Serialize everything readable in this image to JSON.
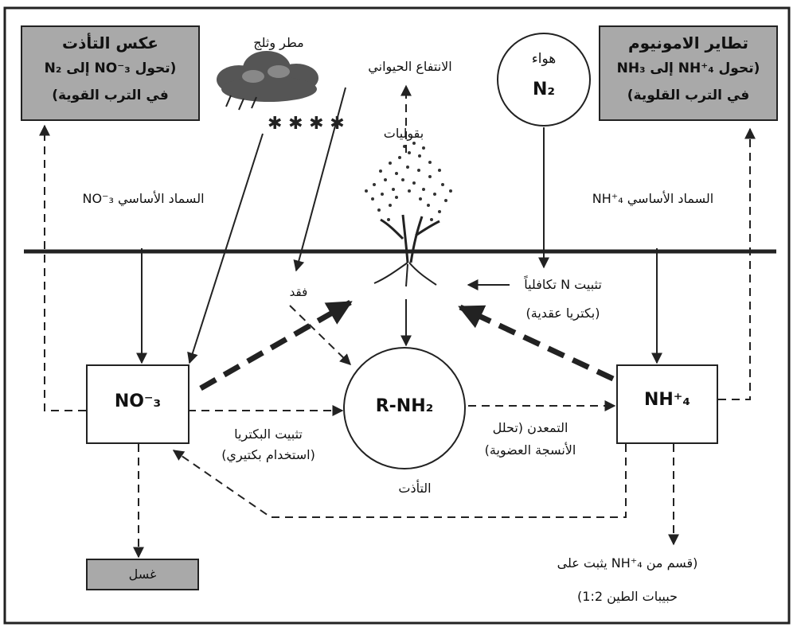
{
  "corner_boxes": {
    "left": {
      "title": "عكس التأذت",
      "line2": "(تحول NO⁻₃ إلى N₂",
      "line3": "في الترب القوية)"
    },
    "right": {
      "title": "تطاير الامونيوم",
      "line2": "(تحول NH⁺₄ إلى NH₃",
      "line3": "في الترب القلوية)"
    }
  },
  "labels": {
    "rain_snow": "مطر وثلج",
    "animal_use": "الانتفاع الحيواني",
    "legumes": "بقوليات",
    "left_fertilizer": "السماد الأساسي NO⁻₃",
    "right_fertilizer": "السماد الأساسي NH⁺₄",
    "loss": "فقد",
    "symbiotic_fixation": "تثبيت N تكافلياً",
    "nodule_bacteria": "(بكتريا عقدية)",
    "bacterial_fixation": "تثبيت البكتريا",
    "bacterial_use": "(استخدام بكتيري)",
    "mineralization": "التمعدن (تحلل",
    "organic_tissue": "الأنسجة العضوية)",
    "nitrification": "التأذت",
    "clay_fixation_1": "(قسم من NH⁺₄ يثبت على",
    "clay_fixation_2": "حبيبات الطين 1:2)"
  },
  "air": {
    "word": "هواء",
    "formula": "N₂"
  },
  "nodes": {
    "nitrate": "NO⁻₃",
    "organic": "R-NH₂",
    "ammonium": "NH⁺₄"
  },
  "leaching": "غسل",
  "colors": {
    "box_gray": "#a9a9a9",
    "line": "#222222"
  }
}
